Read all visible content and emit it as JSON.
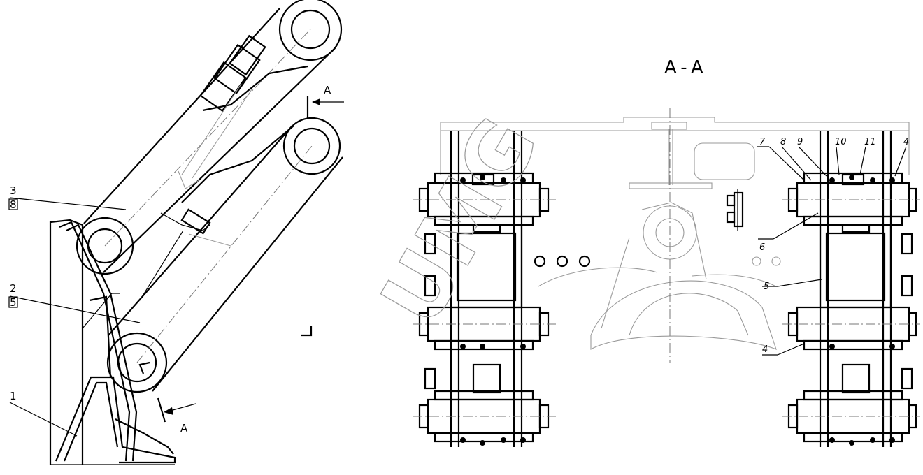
{
  "section_title": "A-A",
  "section_marks": [
    "A",
    "A"
  ],
  "left_view": {
    "callouts": [
      {
        "num": "3",
        "sub": "8"
      },
      {
        "num": "2",
        "sub": "5"
      },
      {
        "num": "1",
        "sub": ""
      }
    ]
  },
  "right_view": {
    "callouts": [
      "7",
      "8",
      "9",
      "10",
      "11",
      "4",
      "6",
      "5",
      "4"
    ]
  },
  "watermark": "UMG",
  "colors": {
    "ink": "#000000",
    "ghost": "#9a9a9a",
    "background": "#ffffff"
  }
}
